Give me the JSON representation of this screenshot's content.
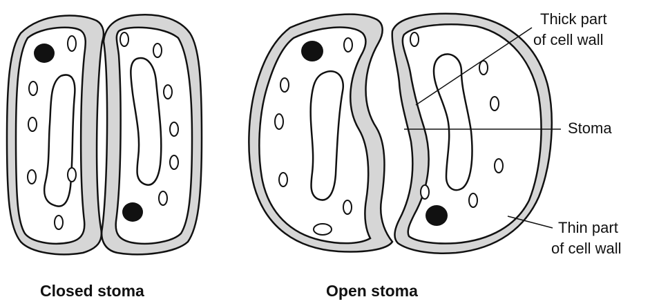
{
  "colors": {
    "outline": "#111111",
    "wall_thick": "#d6d6d6",
    "background": "#ffffff"
  },
  "captions": {
    "closed": "Closed stoma",
    "open": "Open stoma"
  },
  "labels": {
    "thick_wall": [
      "Thick part",
      "of cell wall"
    ],
    "stoma": "Stoma",
    "thin_wall": [
      "Thin part",
      "of cell wall"
    ]
  }
}
